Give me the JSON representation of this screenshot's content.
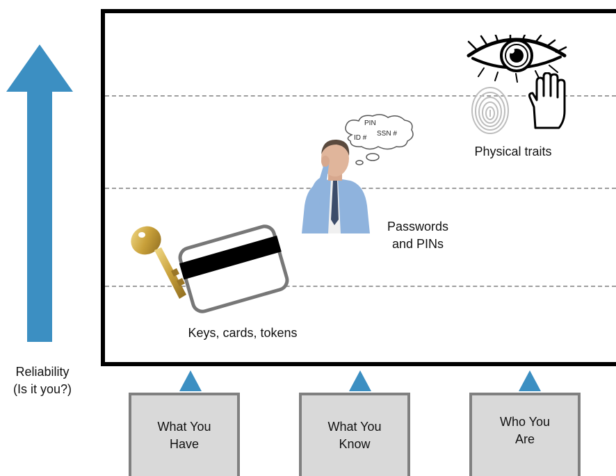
{
  "diagram": {
    "axis_label_line1": "Reliability",
    "axis_label_line2": "(Is it you?)",
    "levels": {
      "physical": "Physical traits",
      "passwords_line1": "Passwords",
      "passwords_line2": "and PINs",
      "keys": "Keys, cards, tokens"
    },
    "thought_bubble": {
      "pin": "PIN",
      "id": "ID #",
      "ssn": "SSN #"
    },
    "categories": [
      {
        "line1": "What You",
        "line2": "Have"
      },
      {
        "line1": "What You",
        "line2": "Know"
      },
      {
        "line1": "Who You",
        "line2": "Are"
      }
    ]
  },
  "colors": {
    "arrow": "#3c8fc2",
    "frame": "#000000",
    "dash": "#9d9d9d",
    "box_fill": "#d9d9d9",
    "box_border": "#808080"
  },
  "icons": [
    "up-arrow",
    "key-icon",
    "card-icon",
    "person-icon",
    "thought-bubble-icon",
    "eye-icon",
    "fingerprint-icon",
    "hand-icon"
  ]
}
